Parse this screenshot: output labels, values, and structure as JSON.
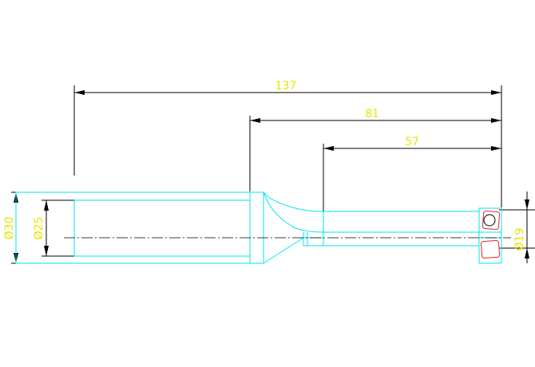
{
  "drawing": {
    "dimensions": {
      "overall_length": "137",
      "mid_length": "81",
      "short_length": "57",
      "shank_outer_diameter": "Ø30",
      "shank_inner_diameter": "Ø25",
      "tip_diameter": "Ø19"
    },
    "colors": {
      "outline": "#00e5ee",
      "dimension_lines": "#000000",
      "dimension_text": "#e6e600",
      "insert": "#e8202a"
    }
  }
}
